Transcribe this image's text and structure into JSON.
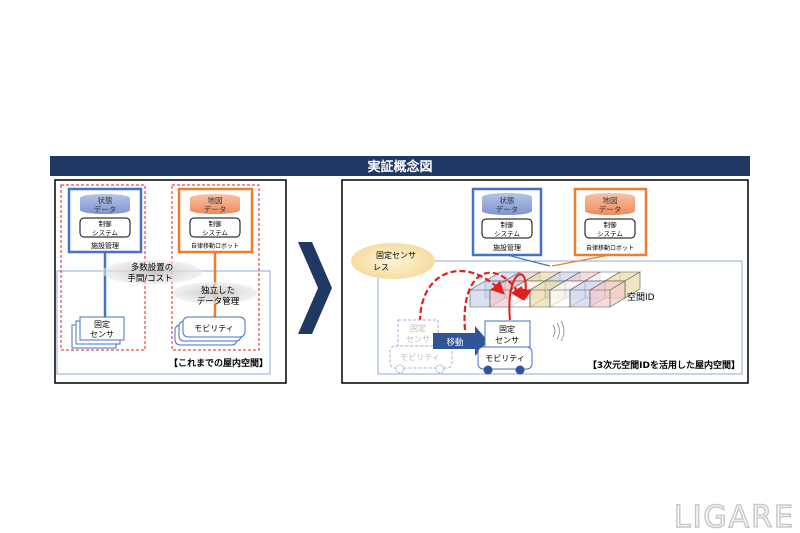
{
  "title": "実証概念図",
  "colors": {
    "navy": "#1f3864",
    "blue": "#4472c4",
    "orange": "#ed7d31",
    "red": "#e02020"
  },
  "left": {
    "state_data": [
      "状態",
      "データ"
    ],
    "map_data": [
      "地図",
      "データ"
    ],
    "control": [
      "制御",
      "システム"
    ],
    "facility": "施設管理",
    "robot": "自律移動ロボット",
    "cost": [
      "多数設置の",
      "手間/コスト"
    ],
    "independent": [
      "独立した",
      "データ管理"
    ],
    "sensor": [
      "固定",
      "センサ"
    ],
    "mobility": "モビリティ",
    "caption": "【これまでの屋内空間】"
  },
  "right": {
    "state_data": [
      "状態",
      "データ"
    ],
    "map_data": [
      "地図",
      "データ"
    ],
    "control": [
      "制御",
      "システム"
    ],
    "facility": "施設管理",
    "robot": "自律移動ロボット",
    "sensorless": [
      "固定センサ",
      "レス"
    ],
    "space_id": "空間ID",
    "move": "移動",
    "sensor": [
      "固定",
      "センサ"
    ],
    "mobility": "モビリティ",
    "caption": "【3次元空間IDを活用した屋内空間】"
  },
  "logo": "LIGARE"
}
